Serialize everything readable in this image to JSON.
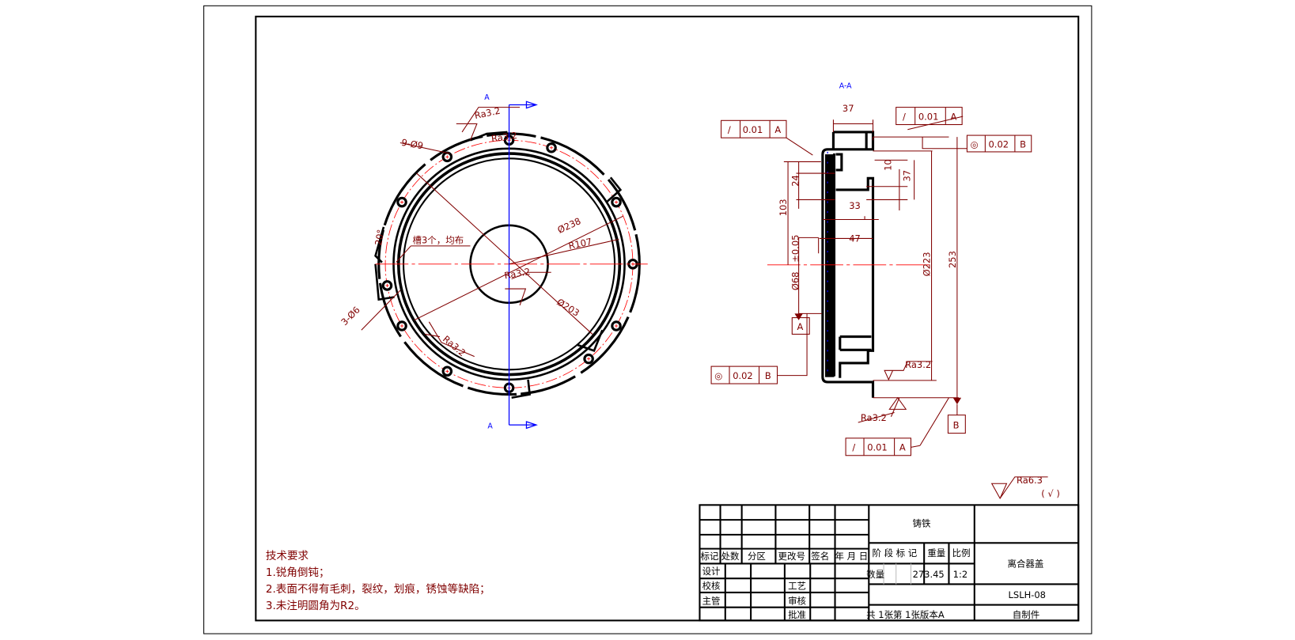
{
  "plan_view": {
    "section_mark": "A",
    "hole_callout": "9-Ø9",
    "slot_note": "槽3个，均布",
    "angle": "20°",
    "small_holes": "3-Ø6",
    "dia_outer": "Ø238",
    "radius": "R107",
    "dia_inner": "Ø203",
    "roughness": [
      "Ra3.2",
      "Ra3.2",
      "Ra3.2",
      "Ra3.2"
    ]
  },
  "section_view": {
    "title": "A-A",
    "dims": {
      "w37": "37",
      "d103": "103",
      "d24": "24",
      "d10": "10",
      "d37": "37",
      "d33": "33",
      "d47": "47",
      "tol": "±0.05",
      "d68": "Ø68",
      "d223": "Ø223",
      "d253": "253"
    },
    "fcf_top_right": {
      "symbol": "/",
      "value": "0.01",
      "datum": "A"
    },
    "fcf_left": {
      "symbol": "/",
      "value": "0.01",
      "datum": "A"
    },
    "fcf_concentric_right": {
      "symbol": "◎",
      "value": "0.02",
      "datum": "B"
    },
    "fcf_concentric_left": {
      "symbol": "◎",
      "value": "0.02",
      "datum": "B"
    },
    "fcf_bottom": {
      "symbol": "/",
      "value": "0.01",
      "datum": "A"
    },
    "datum_a": "A",
    "datum_b": "B",
    "roughness_right": "Ra3.2",
    "roughness_bottom": "Ra3.2"
  },
  "general_roughness": {
    "value": "Ra6.3",
    "note": "( √ )"
  },
  "tech_requirements": {
    "title": "技术要求",
    "items": [
      "1.锐角倒钝；",
      "2.表面不得有毛刺，裂纹，划痕，锈蚀等缺陷；",
      "3.未注明圆角为R2。"
    ]
  },
  "title_block": {
    "header": [
      "标记",
      "处数",
      "分区",
      "更改号",
      "签名",
      "年 月 日"
    ],
    "roles": [
      "设计",
      "校核",
      "主管"
    ],
    "roles2": [
      "工艺",
      "审核",
      "批准"
    ],
    "material": "铸铁",
    "stage_label": "阶 段 标 记",
    "weight_label": "重量",
    "scale_label": "比例",
    "quantity_label": "数量",
    "weight": "273.45",
    "scale": "1:2",
    "sheets": "共 1张第 1张版本A",
    "part_name": "离合器盖",
    "drawing_no": "LSLH-08",
    "source": "自制件"
  }
}
